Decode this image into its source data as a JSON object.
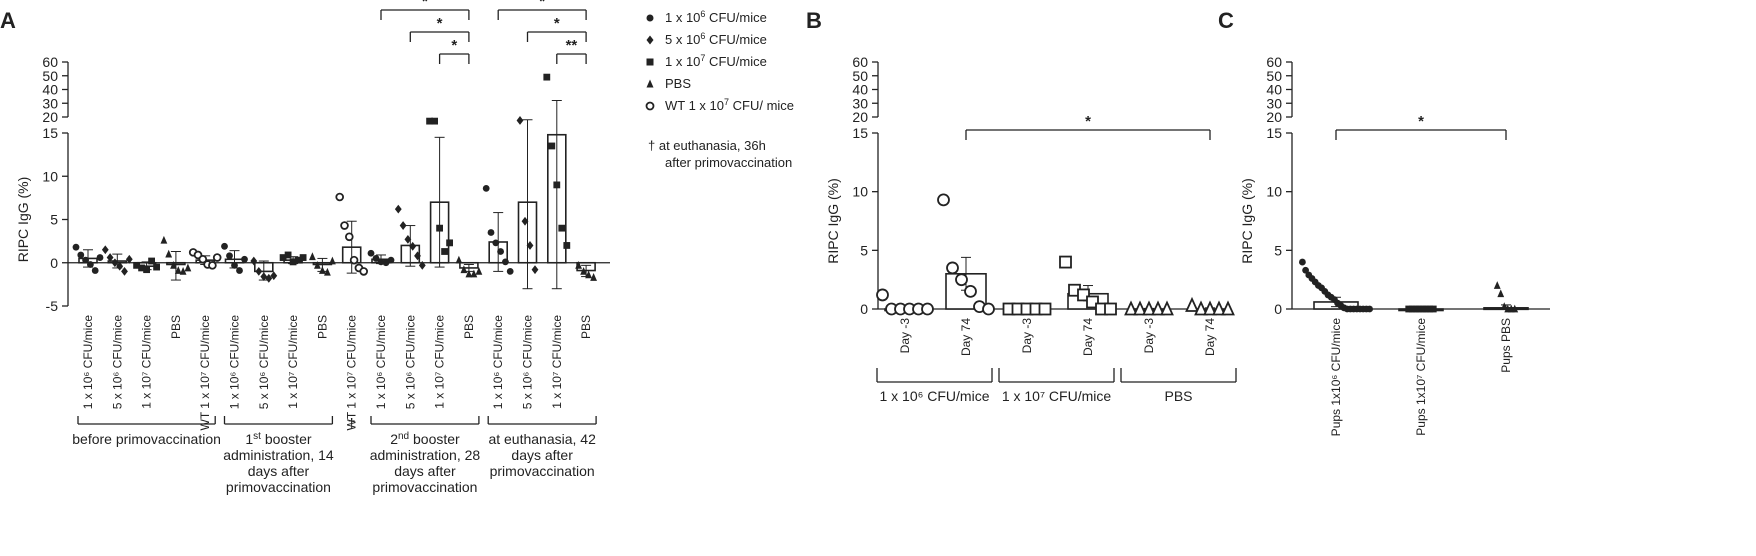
{
  "chart_data": [
    {
      "panel": "A",
      "type": "bar",
      "ylabel": "RIPC IgG (%)",
      "ylim_lower": [
        -5,
        15
      ],
      "ylim_upper": [
        20,
        60
      ],
      "yticks_lower": [
        "-5",
        "0",
        "5",
        "10",
        "15"
      ],
      "yticks_upper": [
        "20",
        "30",
        "40",
        "50",
        "60"
      ],
      "categories": [
        "1 x 10⁶ CFU/mice",
        "5 x 10⁶ CFU/mice",
        "1 x 10⁷ CFU/mice",
        "PBS",
        "WT 1 x 10⁷ CFU/mice",
        "1 x 10⁶ CFU/mice",
        "5 x 10⁶ CFU/mice",
        "1 x 10⁷ CFU/mice",
        "PBS",
        "WT 1 x 10⁷ CFU/mice",
        "1 x 10⁶ CFU/mice",
        "5 x 10⁶ CFU/mice",
        "1 x 10⁷ CFU/mice",
        "PBS",
        "1 x 10⁶ CFU/mice",
        "5 x 10⁶ CFU/mice",
        "1 x 10⁷ CFU/mice",
        "PBS"
      ],
      "markers": [
        "circle",
        "diamond",
        "square",
        "triangle",
        "open-circle",
        "circle",
        "diamond",
        "square",
        "triangle",
        "open-circle",
        "circle",
        "diamond",
        "square",
        "triangle",
        "circle",
        "diamond",
        "square",
        "triangle"
      ],
      "values": [
        0.5,
        0.2,
        -0.4,
        -0.2,
        0.3,
        0.4,
        -1.0,
        0.3,
        -0.2,
        1.8,
        0.4,
        2.0,
        7.0,
        -0.6,
        2.4,
        7.0,
        14.8,
        -0.9
      ],
      "err_upper": [
        1.5,
        1.0,
        0.1,
        1.3,
        0.8,
        1.4,
        0.2,
        0.7,
        0.5,
        4.8,
        0.9,
        4.3,
        14.5,
        -0.2,
        5.8,
        18.0,
        32.0,
        -0.3
      ],
      "err_lower": [
        -0.5,
        -0.6,
        -0.8,
        -2.0,
        -0.2,
        -0.6,
        -2.0,
        -0.1,
        -1.0,
        -1.2,
        -0.1,
        -0.4,
        -0.5,
        -1.0,
        -1.0,
        -3.0,
        -3.0,
        -1.6
      ],
      "points": [
        [
          1.8,
          0.9,
          0.3,
          -0.2,
          -0.9,
          0.6
        ],
        [
          1.5,
          0.6,
          0.0,
          -0.4,
          -1.0,
          0.4
        ],
        [
          -0.3,
          -0.6,
          -0.8,
          0.2,
          -0.5
        ],
        [
          2.6,
          1.0,
          -0.3,
          -0.9,
          -1.0,
          -0.6
        ],
        [
          1.2,
          0.9,
          0.4,
          -0.2,
          -0.3,
          0.6
        ],
        [
          1.9,
          0.8,
          -0.3,
          -0.9,
          0.4
        ],
        [
          0.2,
          -1.0,
          -1.6,
          -1.8,
          -1.5
        ],
        [
          0.6,
          0.9,
          0.1,
          0.3,
          0.6
        ],
        [
          0.7,
          -0.3,
          -0.9,
          -1.1,
          0.2
        ],
        [
          7.6,
          4.3,
          3.0,
          0.3,
          -0.6,
          -1.0
        ],
        [
          1.1,
          0.5,
          0.1,
          0.0,
          0.3
        ],
        [
          6.2,
          4.3,
          2.7,
          1.9,
          0.8,
          -0.3
        ],
        [
          17.0,
          17.0,
          4.0,
          1.3,
          2.3
        ],
        [
          0.3,
          -0.8,
          -1.3,
          -1.3,
          -1.0
        ],
        [
          8.6,
          3.5,
          2.3,
          1.3,
          0.1,
          -1.0
        ],
        [
          17.5,
          4.8,
          2.0,
          -0.8
        ],
        [
          49.0,
          13.5,
          9.0,
          4.0,
          2.0
        ],
        [
          -0.3,
          -1.0,
          -1.4,
          -1.7
        ]
      ],
      "groups": [
        {
          "text": "before primovaccination",
          "from": 0,
          "to": 4
        },
        {
          "text": "1st booster administration, 14 days after primovaccination",
          "from": 5,
          "to": 8
        },
        {
          "text": "2nd booster administration, 28 days after primovaccination",
          "from": 10,
          "to": 13
        },
        {
          "text": "at euthanasia, 42 days after primovaccination",
          "from": 14,
          "to": 17
        }
      ],
      "group_text_lines": [
        [
          "before primovaccination"
        ],
        [
          "1",
          "st",
          " booster",
          "administration, 14",
          "days after",
          "primovaccination"
        ],
        [
          "2",
          "nd",
          " booster",
          "administration, 28",
          "days after",
          "primovaccination"
        ],
        [
          "at euthanasia, 42",
          "days after",
          "primovaccination"
        ]
      ],
      "dagger": "†",
      "significance": [
        {
          "from": 10,
          "to": 13,
          "label": "*"
        },
        {
          "from": 11,
          "to": 13,
          "label": "*"
        },
        {
          "from": 12,
          "to": 13,
          "label": "*"
        },
        {
          "from": 14,
          "to": 17,
          "label": "*"
        },
        {
          "from": 15,
          "to": 17,
          "label": "*"
        },
        {
          "from": 16,
          "to": 17,
          "label": "**"
        }
      ],
      "legend": [
        {
          "marker": "circle",
          "base": "1 x 10",
          "exp": "6",
          "rest": " CFU/mice"
        },
        {
          "marker": "diamond",
          "base": "5 x 10",
          "exp": "6",
          "rest": " CFU/mice"
        },
        {
          "marker": "square",
          "base": "1 x 10",
          "exp": "7",
          "rest": " CFU/mice"
        },
        {
          "marker": "triangle",
          "base": "PBS",
          "exp": "",
          "rest": ""
        },
        {
          "marker": "open-circle",
          "base": "WT 1 x 10",
          "exp": "7",
          "rest": " CFU/ mice"
        }
      ],
      "footnote": [
        "† at euthanasia, 36h",
        "after primovaccination"
      ]
    },
    {
      "panel": "B",
      "type": "bar",
      "ylabel": "RIPC IgG (%)",
      "ylim_lower": [
        0,
        15
      ],
      "ylim_upper": [
        20,
        60
      ],
      "yticks_lower": [
        "0",
        "5",
        "10",
        "15"
      ],
      "yticks_upper": [
        "20",
        "30",
        "40",
        "50",
        "60"
      ],
      "categories": [
        "Day -3",
        "Day 74",
        "Day -3",
        "Day 74",
        "Day -3",
        "Day 74"
      ],
      "markers": [
        "open-circle",
        "open-circle",
        "open-square",
        "open-square",
        "open-triangle",
        "open-triangle"
      ],
      "values": [
        0.0,
        3.0,
        0.0,
        1.3,
        0.0,
        0.0
      ],
      "err_upper": [
        0.1,
        4.4,
        0.05,
        2.0,
        0.05,
        0.1
      ],
      "err_lower": [
        0.0,
        1.6,
        0.0,
        0.7,
        0.0,
        0.0
      ],
      "points": [
        [
          1.2,
          0,
          0,
          0,
          0,
          0
        ],
        [
          9.3,
          3.5,
          2.5,
          1.5,
          0.2,
          0
        ],
        [
          0,
          0,
          0,
          0,
          0
        ],
        [
          4.0,
          1.6,
          1.2,
          0.6,
          0,
          0
        ],
        [
          0,
          0,
          0,
          0,
          0
        ],
        [
          0.3,
          0,
          0,
          0,
          0
        ]
      ],
      "groups": [
        {
          "text": "1 x 10⁶ CFU/mice",
          "from": 0,
          "to": 1
        },
        {
          "text": "1 x 10⁷ CFU/mice",
          "from": 2,
          "to": 3
        },
        {
          "text": "PBS",
          "from": 4,
          "to": 5
        }
      ],
      "significance": [
        {
          "from": 1,
          "to": 5,
          "label": "*"
        }
      ]
    },
    {
      "panel": "C",
      "type": "bar",
      "ylabel": "RIPC IgG (%)",
      "ylim_lower": [
        0,
        15
      ],
      "ylim_upper": [
        20,
        60
      ],
      "yticks_lower": [
        "0",
        "5",
        "10",
        "15"
      ],
      "yticks_upper": [
        "20",
        "30",
        "40",
        "50",
        "60"
      ],
      "categories": [
        "Pups 1x10⁶ CFU/mice",
        "Pups 1x10⁷ CFU/mice",
        "Pups PBS"
      ],
      "markers": [
        "circle",
        "square",
        "triangle"
      ],
      "values": [
        0.6,
        0.0,
        0.1
      ],
      "err_upper": [
        1.0,
        0.02,
        0.35
      ],
      "err_lower": [
        0.2,
        0.0,
        0.0
      ],
      "points": [
        [
          4.0,
          3.3,
          2.9,
          2.6,
          2.3,
          2.0,
          1.8,
          1.5,
          1.2,
          1.0,
          0.8,
          0.5,
          0.3,
          0.1,
          0,
          0,
          0,
          0,
          0,
          0,
          0,
          0
        ],
        [
          0,
          0,
          0,
          0,
          0,
          0,
          0,
          0
        ],
        [
          2.0,
          1.3,
          0.2,
          0,
          0,
          0
        ]
      ],
      "significance": [
        {
          "from": 0,
          "to": 2,
          "label": "*"
        }
      ]
    }
  ]
}
